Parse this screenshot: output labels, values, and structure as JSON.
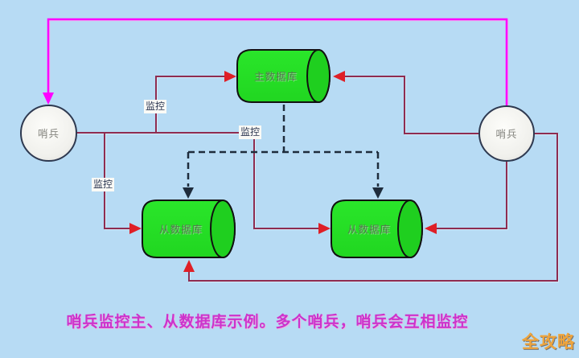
{
  "diagram": {
    "type": "architecture-diagram",
    "topic": "redis-sentinel-monitoring"
  },
  "nodes": {
    "master_db": {
      "label": "主数据库",
      "shape": "cylinder"
    },
    "slave_db_left": {
      "label": "从数据库",
      "shape": "cylinder"
    },
    "slave_db_right": {
      "label": "从数据库",
      "shape": "cylinder"
    },
    "sentinel_left": {
      "label": "哨兵",
      "shape": "circle"
    },
    "sentinel_right": {
      "label": "哨兵",
      "shape": "circle"
    }
  },
  "edge_labels": {
    "monitor_upper": "监控",
    "monitor_middle": "监控",
    "monitor_lower": "监控"
  },
  "caption": {
    "text": "哨兵监控主、从数据库示例。多个哨兵，哨兵会互相监控"
  },
  "watermark": {
    "text": "全攻略"
  },
  "colors": {
    "background": "#b7dbf4",
    "node_green": "#26df26",
    "node_green_cap": "#1fcf1f",
    "node_outline": "#111111",
    "circle_fill": "#f6f6f2",
    "circle_outline": "#2e3950",
    "monitor_line": "#8e2c50",
    "arrowhead_red": "#df1f26",
    "mutual_monitor_line": "#ff00ff",
    "replication_dashed": "#1e2c3c",
    "caption_text": "#cc33cc",
    "watermark_text": "#efa43c"
  }
}
